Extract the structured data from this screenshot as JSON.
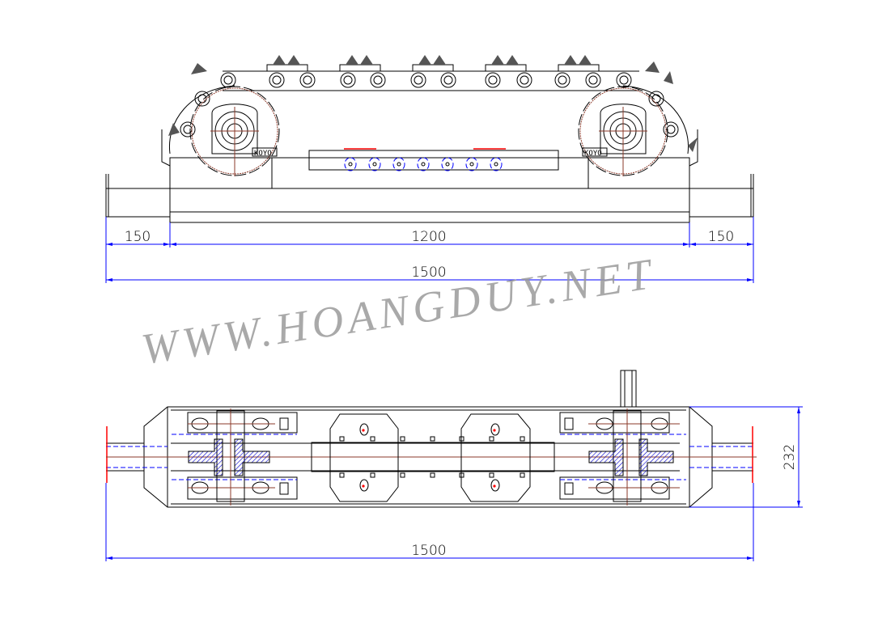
{
  "drawing": {
    "watermark": "WWW.HOANGDUY.NET",
    "bearing_label_left": "KOYO",
    "bearing_label_right": "KOYO",
    "front_view": {
      "dim_left": "150",
      "dim_middle": "1200",
      "dim_right": "150",
      "dim_total": "1500"
    },
    "top_view": {
      "dim_total": "1500",
      "dim_width": "232"
    }
  },
  "colors": {
    "dimension": "#0000ff",
    "centerline": "#8b3a2a",
    "highlight": "#ff0000",
    "watermark": "#9a9a9a"
  }
}
